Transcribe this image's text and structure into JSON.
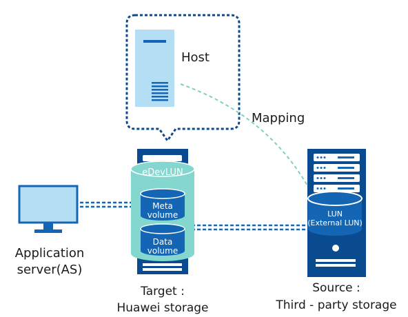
{
  "labels": {
    "host": "Host",
    "mapping": "Mapping",
    "app_server_line1": "Application",
    "app_server_line2": "server(AS)",
    "target_line1": "Target :",
    "target_line2": "Huawei storage",
    "source_line1": "Source :",
    "source_line2": "Third - party storage"
  },
  "target_storage": {
    "edevlun": "eDevLUN",
    "meta_line1": "Meta",
    "meta_line2": "volume",
    "data_line1": "Data",
    "data_line2": "volume"
  },
  "source_storage": {
    "lun_line1": "LUN",
    "lun_line2": "(External LUN)"
  },
  "colors": {
    "navy": "#0a4a8f",
    "blue": "#1466b4",
    "light_blue": "#b3def4",
    "teal": "#84d7cf",
    "dash_teal": "#7fd0c0"
  }
}
